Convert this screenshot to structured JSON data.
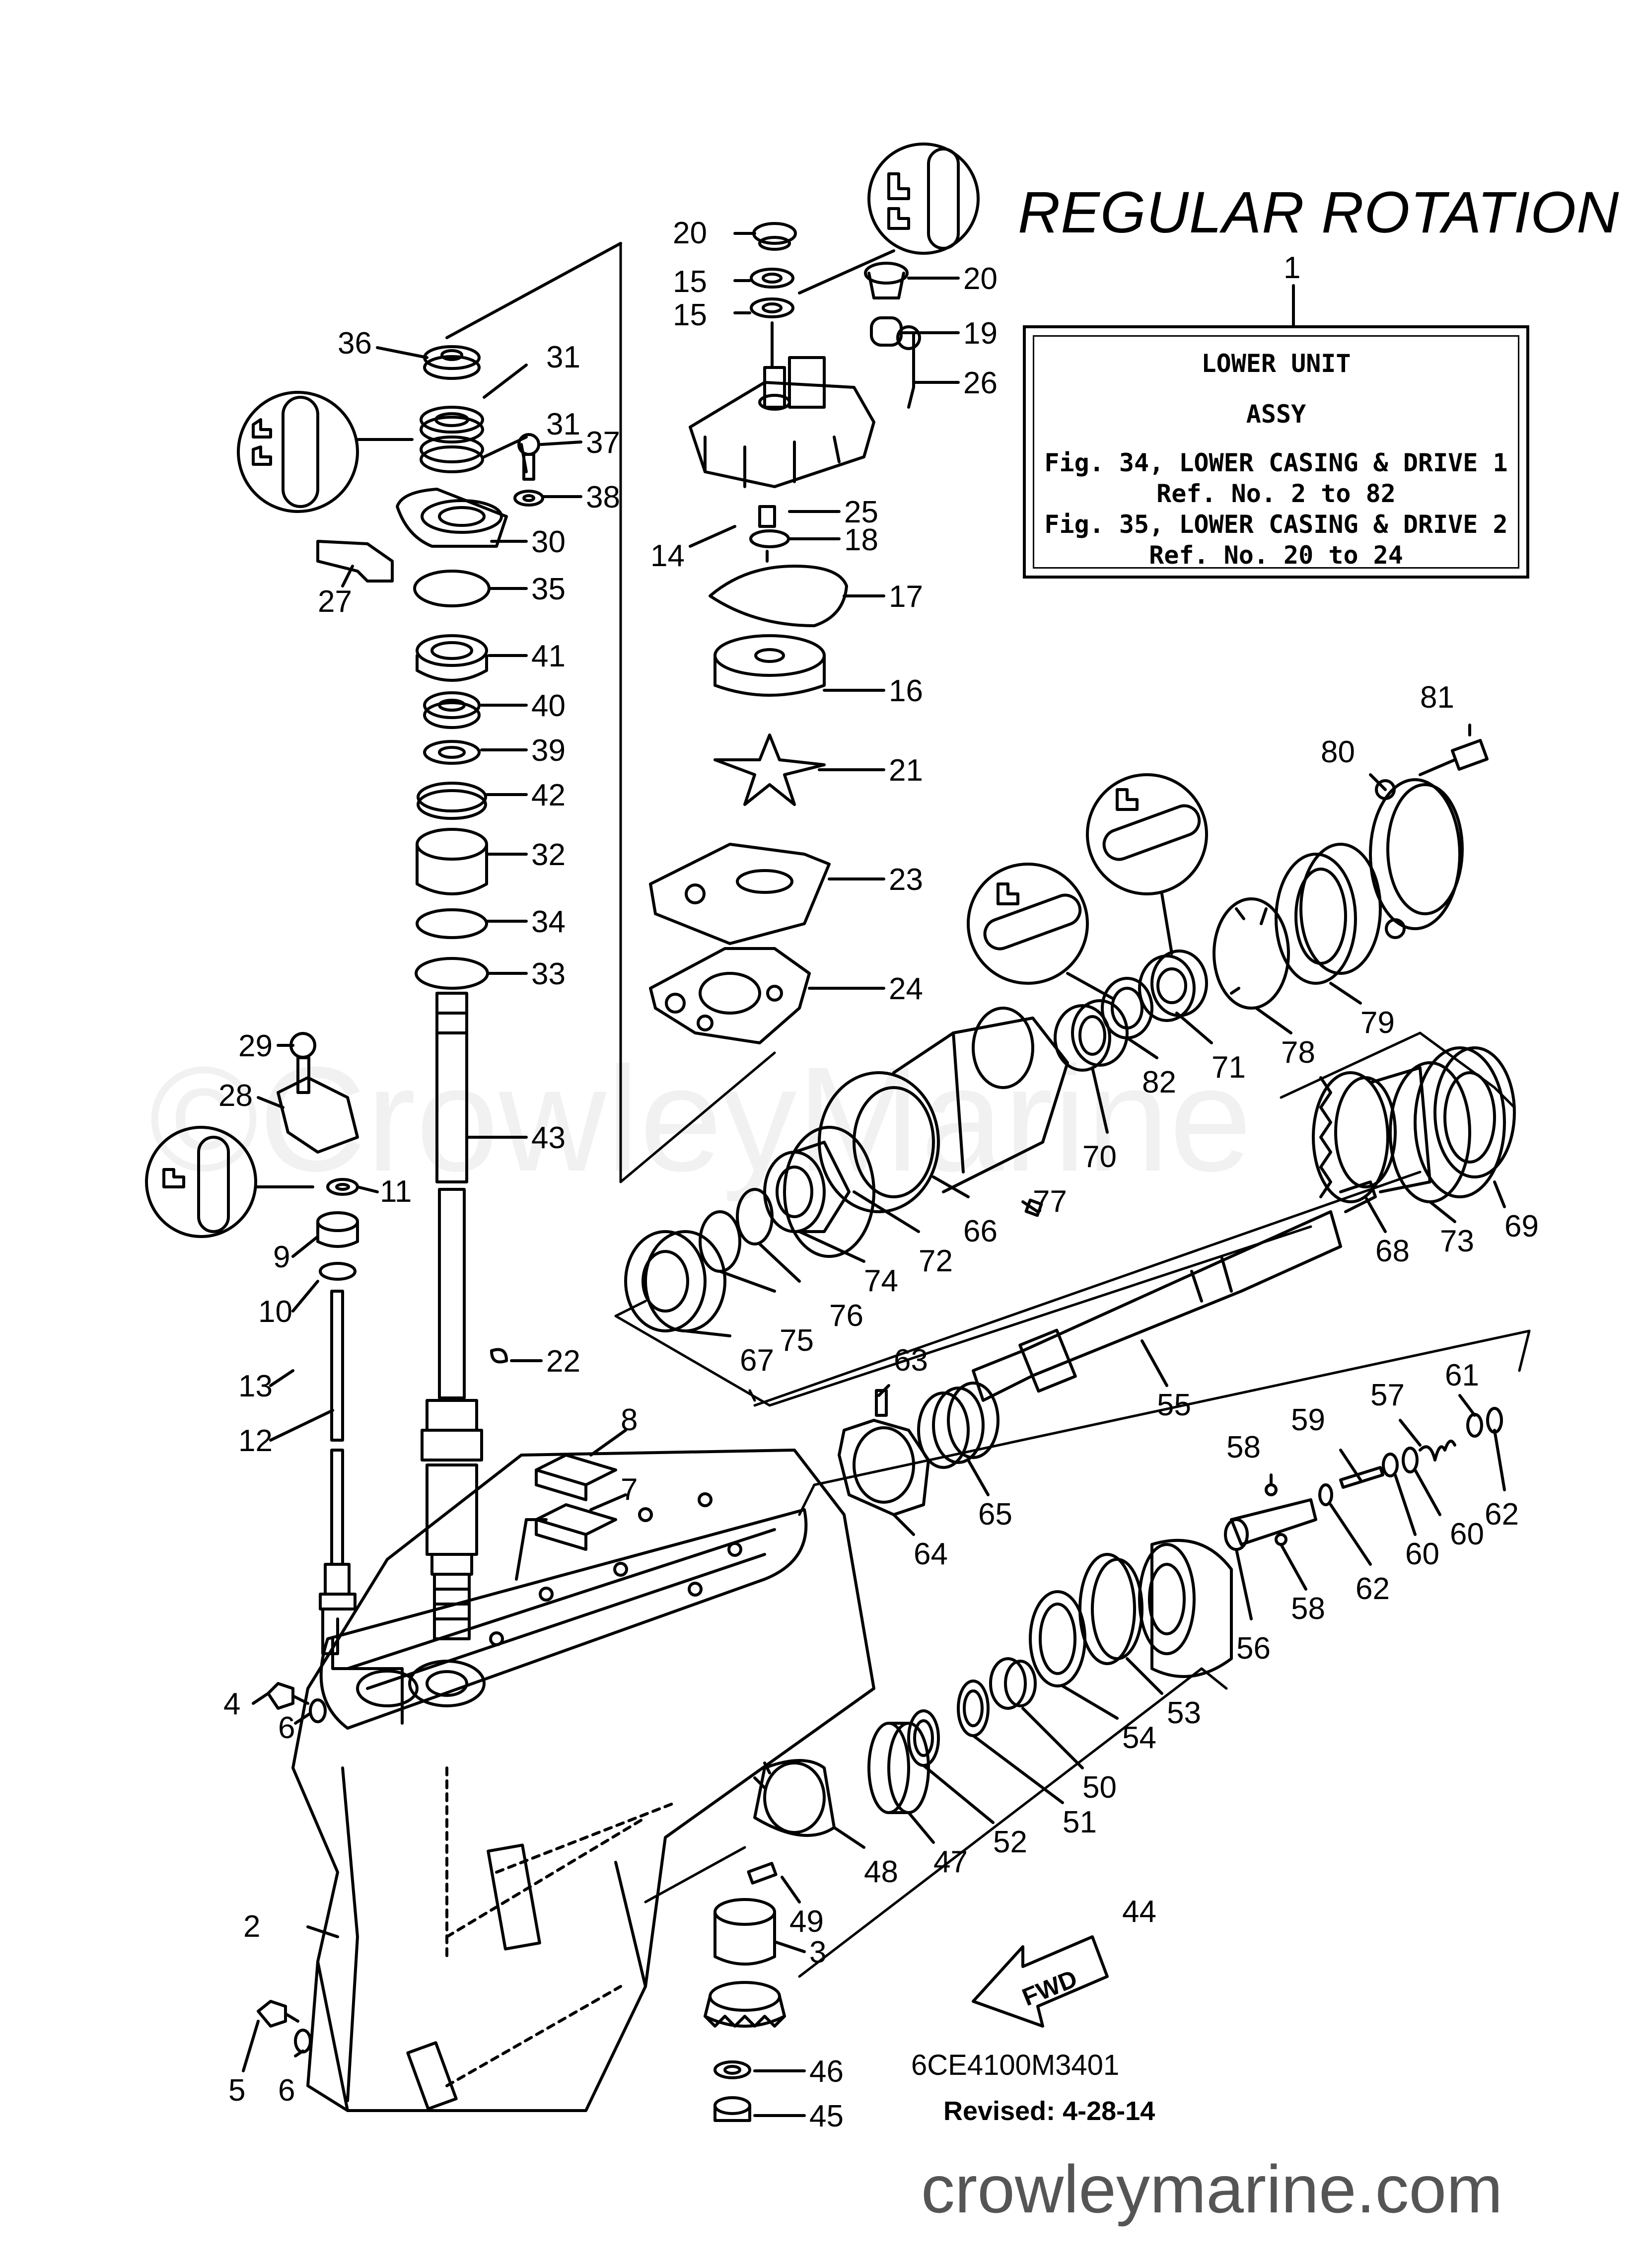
{
  "title": "REGULAR ROTATION",
  "info_box": {
    "ref": "1",
    "line1": "LOWER UNIT",
    "line2": "ASSY",
    "line3": "Fig. 34, LOWER CASING & DRIVE 1",
    "line4": "Ref. No. 2 to 82",
    "line5": "Fig. 35, LOWER CASING & DRIVE 2",
    "line6": "Ref. No. 20 to 24"
  },
  "diagram_code": "6CE4100M3401",
  "revised": "Revised: 4-28-14",
  "website": "crowleymarine.com",
  "watermark": "©CrowleyMarine",
  "fwd_label": "FWD",
  "callouts": {
    "n2": "2",
    "n3": "3",
    "n4": "4",
    "n5": "5",
    "n6a": "6",
    "n6b": "6",
    "n7": "7",
    "n8": "8",
    "n9": "9",
    "n10": "10",
    "n11": "11",
    "n12": "12",
    "n13": "13",
    "n14": "14",
    "n15a": "15",
    "n15b": "15",
    "n16": "16",
    "n17": "17",
    "n18": "18",
    "n19": "19",
    "n20a": "20",
    "n20b": "20",
    "n21": "21",
    "n22": "22",
    "n23": "23",
    "n24": "24",
    "n25": "25",
    "n26": "26",
    "n27": "27",
    "n28": "28",
    "n29": "29",
    "n30": "30",
    "n31a": "31",
    "n31b": "31",
    "n32": "32",
    "n33": "33",
    "n34": "34",
    "n35": "35",
    "n36": "36",
    "n37": "37",
    "n38": "38",
    "n39": "39",
    "n40": "40",
    "n41": "41",
    "n42": "42",
    "n43": "43",
    "n44": "44",
    "n45": "45",
    "n46": "46",
    "n47": "47",
    "n48": "48",
    "n49": "49",
    "n50": "50",
    "n51": "51",
    "n52": "52",
    "n53": "53",
    "n54": "54",
    "n55": "55",
    "n56": "56",
    "n57": "57",
    "n58a": "58",
    "n58b": "58",
    "n59": "59",
    "n60a": "60",
    "n60b": "60",
    "n61": "61",
    "n62a": "62",
    "n62b": "62",
    "n63": "63",
    "n64": "64",
    "n65": "65",
    "n66": "66",
    "n67": "67",
    "n68": "68",
    "n69": "69",
    "n70": "70",
    "n71": "71",
    "n72": "72",
    "n73": "73",
    "n74": "74",
    "n75": "75",
    "n76": "76",
    "n77": "77",
    "n78": "78",
    "n79": "79",
    "n80": "80",
    "n81": "81",
    "n82": "82"
  }
}
